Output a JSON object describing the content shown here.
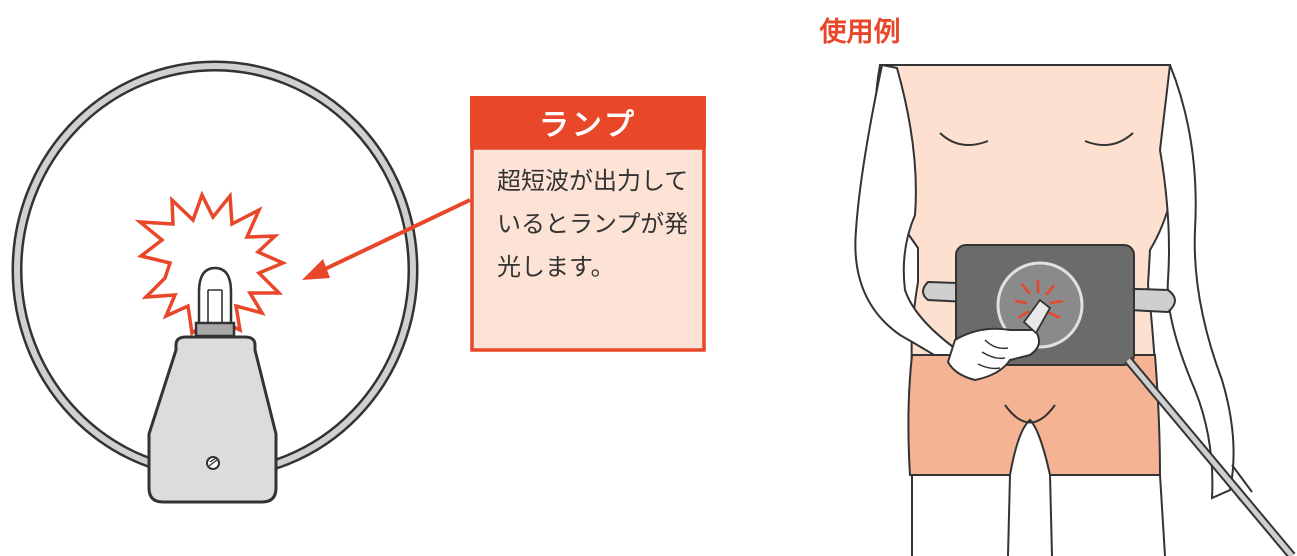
{
  "colors": {
    "accent": "#e8472a",
    "callout_fill": "#fce3d6",
    "skin": "#fde0d0",
    "shorts": "#f4b493",
    "pad": "#6b6b6b",
    "outline": "#333333"
  },
  "lamp_callout": {
    "title": "ランプ",
    "body": "超短波が出力しているとランプが発光します。"
  },
  "usage_example": {
    "title": "使用例"
  }
}
